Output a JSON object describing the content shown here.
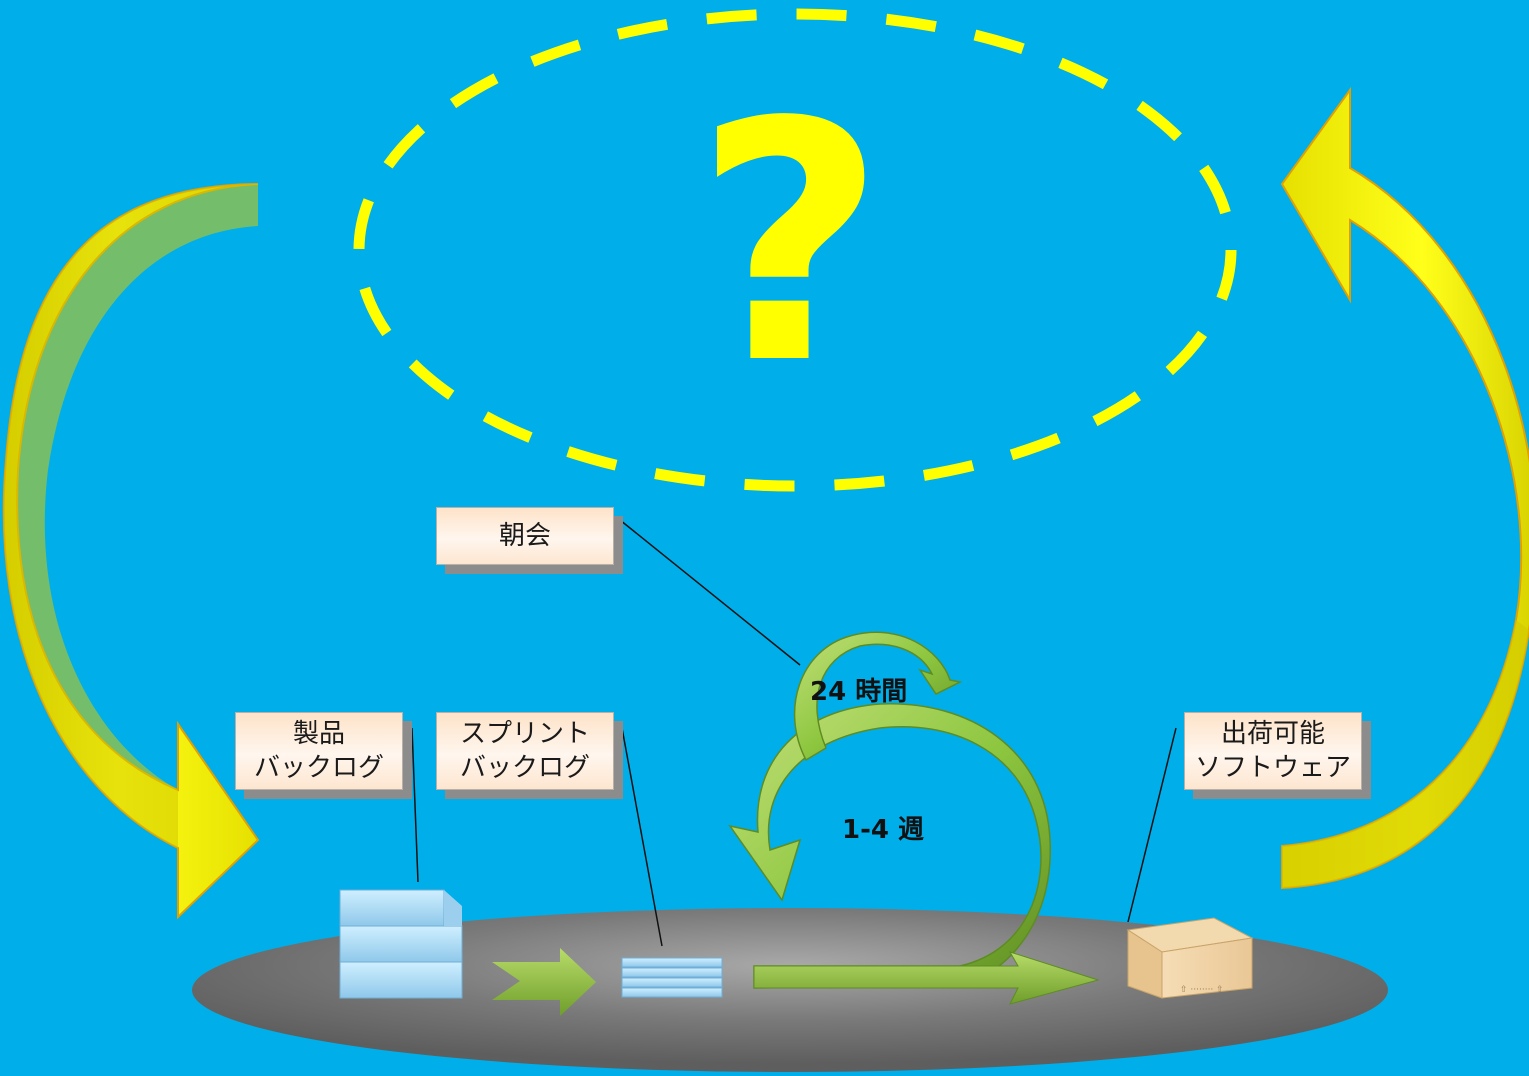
{
  "question_mark": "?",
  "callouts": {
    "daily_scrum": "朝会",
    "product_backlog": {
      "line1": "製品",
      "line2": "バックログ"
    },
    "sprint_backlog": {
      "line1": "スプリント",
      "line2": "バックログ"
    },
    "shippable_software": {
      "line1": "出荷可能",
      "line2": "ソフトウェア"
    }
  },
  "loop_labels": {
    "daily": "24 時間",
    "sprint": "1-4 週"
  },
  "colors": {
    "background": "#00AEEA",
    "dashed_ellipse": "#FFFF00",
    "big_arrows": "#FFFF00",
    "flow_arrows": "#8DC63F",
    "platform": "#6E6E6E"
  }
}
